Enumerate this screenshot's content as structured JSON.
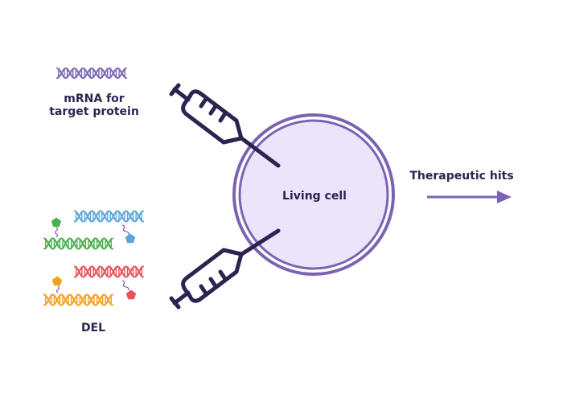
{
  "colors": {
    "ink": "#2d2350",
    "accent": "#7b63b4",
    "cell_fill": "#ebe4fb",
    "mrna": "#7b68b5",
    "dna_blue": "#5aa5d8",
    "dna_green": "#4caf50",
    "dna_red": "#e8525a",
    "dna_orange": "#f5a01f",
    "linker": "#7b63b4"
  },
  "labels": {
    "mrna_line1": "mRNA for",
    "mrna_line2": "target protein",
    "del": "DEL",
    "cell": "Living cell",
    "output": "Therapeutic hits"
  },
  "icons": {
    "mrna": "dna-helix-icon",
    "del_strands": [
      "dna-helix-icon",
      "dna-helix-icon",
      "dna-helix-icon",
      "dna-helix-icon"
    ],
    "tags": [
      "pentagon-icon",
      "pentagon-icon",
      "pentagon-icon",
      "pentagon-icon"
    ],
    "injectors": [
      "syringe-icon",
      "syringe-icon"
    ],
    "output": "arrow-right-icon"
  }
}
